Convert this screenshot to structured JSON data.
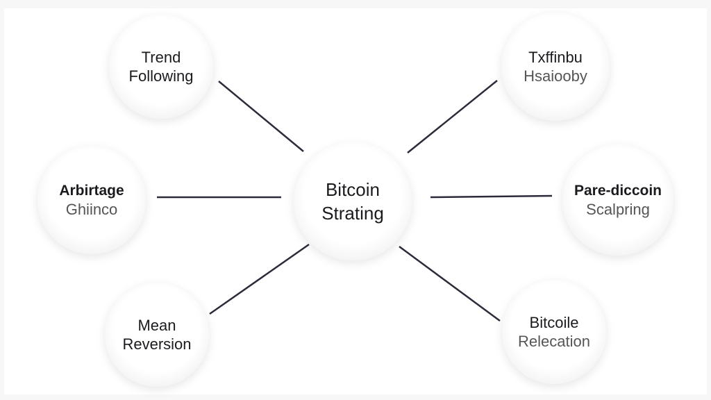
{
  "center": {
    "line1": "Bitcoin",
    "line2": "Strating"
  },
  "nodes": [
    {
      "id": "trend-following",
      "line1": "Trend",
      "line2": "Following"
    },
    {
      "id": "arbitrage",
      "line1": "Arbirtage",
      "line2": "Ghiinco"
    },
    {
      "id": "mean-reversion",
      "line1": "Mean",
      "line2": "Reversion"
    },
    {
      "id": "top-right",
      "line1": "Txffinbu",
      "line2": "Hsaiooby"
    },
    {
      "id": "scalping",
      "line1": "Pare-diccoin",
      "line2": "Scalpring"
    },
    {
      "id": "bitcoin-relecation",
      "line1": "Bitcoile",
      "line2": "Relecation"
    }
  ],
  "colors": {
    "line": "#2b2b3a",
    "node": "#ffffff"
  }
}
